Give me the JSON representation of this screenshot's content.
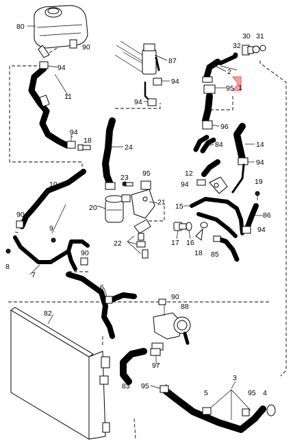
{
  "diagram": {
    "labels": {
      "p80": "80",
      "p90a": "90",
      "p94a": "94",
      "p11": "11",
      "p94b": "94",
      "p18": "18",
      "p87": "87",
      "p94c": "94",
      "p94d": "94",
      "p24": "24",
      "p30": "30",
      "p31": "31",
      "p32": "32",
      "p2": "2",
      "p95a": "95",
      "p1": "1",
      "p96": "96",
      "p84": "84",
      "p14": "14",
      "p94e": "94",
      "p10": "10",
      "p95b": "95",
      "p23": "23",
      "p12": "12",
      "p94f": "94",
      "p19": "19",
      "p90b": "90",
      "p9": "9",
      "p20": "20",
      "p21": "21",
      "p15": "15",
      "p86": "86",
      "p17": "17",
      "p16": "16",
      "p94g": "94",
      "p8": "8",
      "p7": "7",
      "p22": "22",
      "p90c": "90",
      "p18b": "18",
      "p85": "85",
      "p6": "6",
      "p90d": "90",
      "p88": "88",
      "p82": "82",
      "p83": "83",
      "p97": "97",
      "p95c": "95",
      "p3": "3",
      "p5": "5",
      "p95d": "95",
      "p4": "4"
    },
    "highlight_color": "#f5a3a3",
    "line_color": "#000000"
  }
}
